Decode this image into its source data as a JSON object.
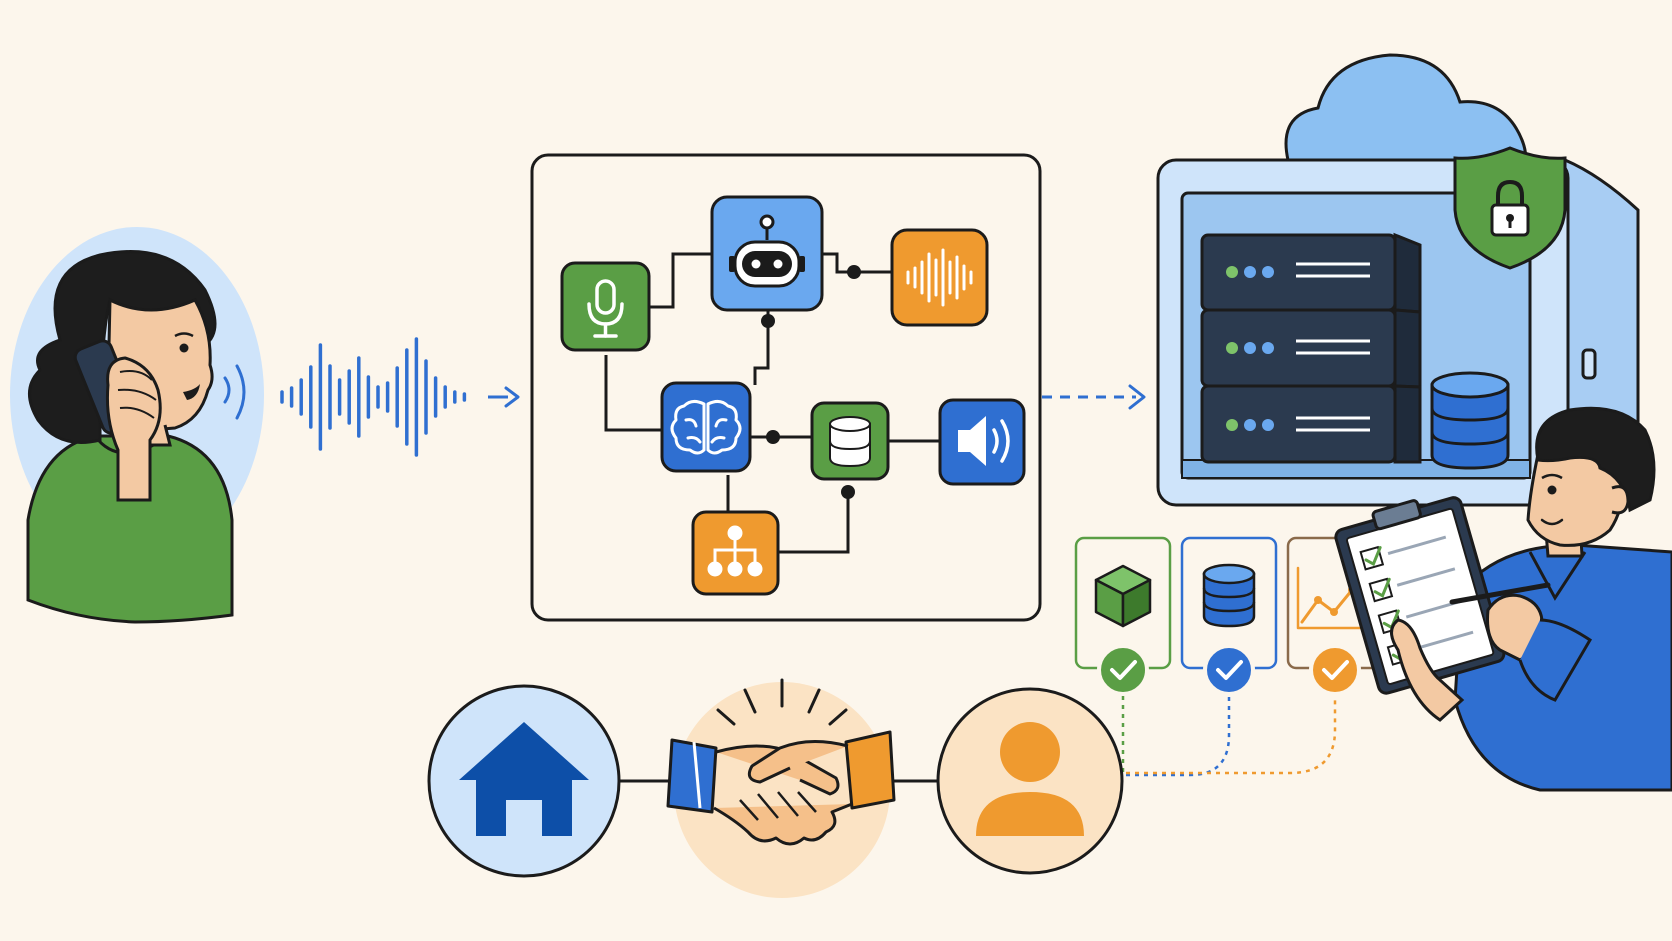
{
  "colors": {
    "background": "#fcf6ec",
    "outline": "#1b1b1b",
    "blue": "#2f6fd1",
    "dark_blue": "#0d4fa8",
    "light_blue": "#cfe4fa",
    "sky_blue": "#8cc0f2",
    "green": "#5a9e45",
    "orange": "#ef9a2f",
    "server_dark": "#2b3a4f",
    "peach": "#fbe3c4"
  },
  "icons": {
    "caller": "woman-on-phone",
    "voice": "sound-wave",
    "asr": "microphone-icon",
    "bot": "robot-icon",
    "tts": "audio-wave-icon",
    "llm": "brain-icon",
    "database": "database-icon",
    "speaker": "speaker-icon",
    "router": "hierarchy-icon",
    "cloud": "cloud-icon",
    "security": "shield-lock-icon",
    "servers": "server-rack-icon",
    "checks": [
      "cube-icon",
      "database-icon",
      "line-chart-icon"
    ],
    "agent": "man-with-clipboard",
    "home": "house-icon",
    "deal": "handshake-icon",
    "customer": "person-icon"
  }
}
